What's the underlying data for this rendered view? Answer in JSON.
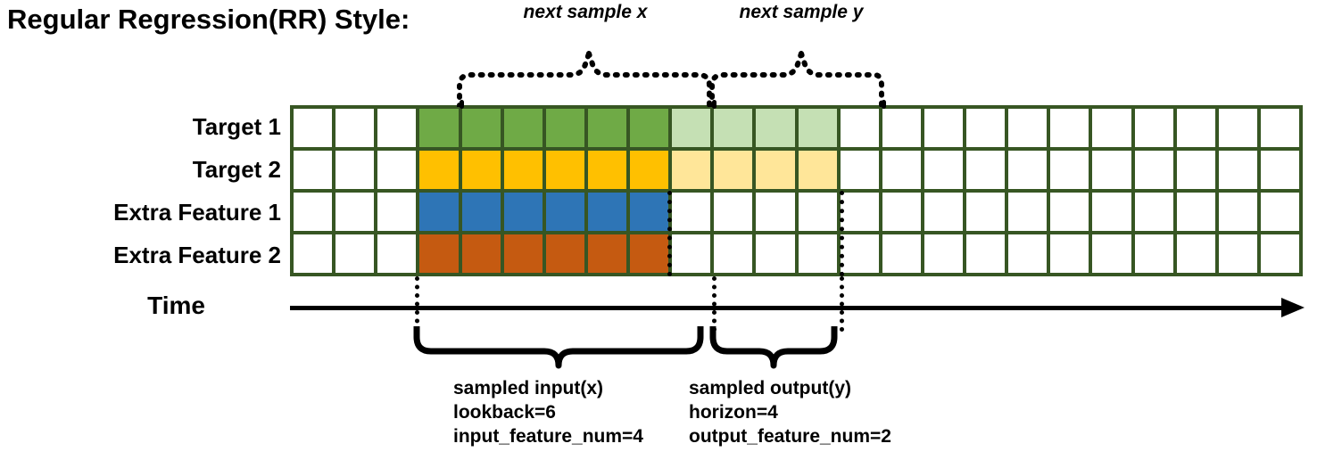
{
  "title": "Regular Regression(RR) Style:",
  "axis": {
    "time_label": "Time"
  },
  "rows": [
    {
      "label": "Target 1",
      "fill_dark": "#6FAA46",
      "fill_light": "#C5E0B4",
      "has_light": true
    },
    {
      "label": "Target 2",
      "fill_dark": "#FFC000",
      "fill_light": "#FFE699",
      "has_light": true
    },
    {
      "label": "Extra Feature 1",
      "fill_dark": "#2E75B6",
      "fill_light": "",
      "has_light": false
    },
    {
      "label": "Extra Feature 2",
      "fill_dark": "#C55A11",
      "fill_light": "",
      "has_light": false
    }
  ],
  "grid": {
    "columns": 24,
    "rows": 4,
    "lead_blank_cols": 3,
    "dark_cols": 6,
    "light_cols": 4,
    "trail_blank_cols": 11,
    "border_color": "#375623",
    "empty_color": "#FFFFFF"
  },
  "top_brackets": [
    {
      "label": "next sample x"
    },
    {
      "label": "next sample y"
    }
  ],
  "bottom_braces": [
    {
      "lines": [
        "sampled input(x)",
        "lookback=6",
        "input_feature_num=4"
      ],
      "line1": "sampled input(x)",
      "line2": "lookback=6",
      "line3": "input_feature_num=4"
    },
    {
      "lines": [
        "sampled output(y)",
        "horizon=4",
        "output_feature_num=2"
      ],
      "line1": "sampled output(y)",
      "line2": "horizon=4",
      "line3": "output_feature_num=2"
    }
  ],
  "colors": {
    "grid_border": "#375623",
    "target1_dark": "#6FAA46",
    "target1_light": "#C5E0B4",
    "target2_dark": "#FFC000",
    "target2_light": "#FFE699",
    "feature1": "#2E75B6",
    "feature2": "#C55A11",
    "line": "#000000"
  }
}
